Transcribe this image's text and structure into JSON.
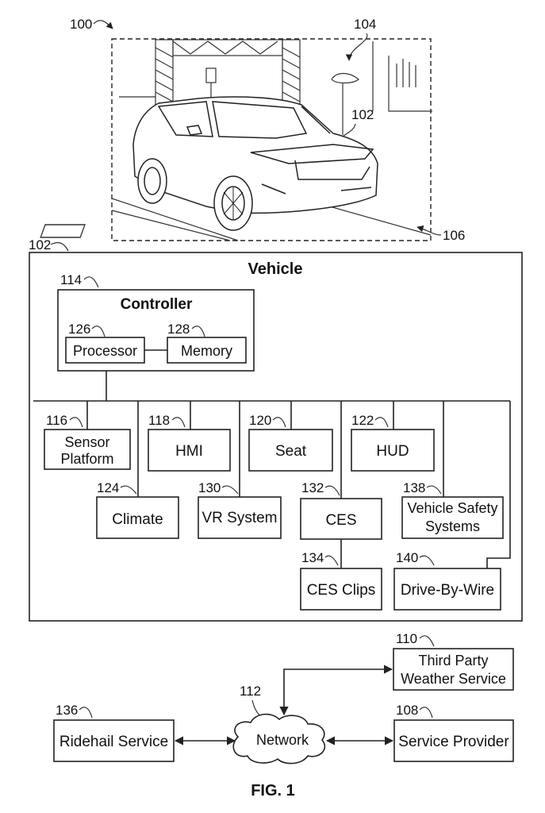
{
  "figure": {
    "ref_system": "100",
    "ref_environment": "104",
    "ref_vehicle_in_scene": "102",
    "ref_road": "106",
    "ref_vehicle_block": "102",
    "caption": "FIG. 1"
  },
  "vehicle": {
    "title": "Vehicle",
    "controller": {
      "ref": "114",
      "title": "Controller",
      "processor": {
        "ref": "126",
        "label": "Processor"
      },
      "memory": {
        "ref": "128",
        "label": "Memory"
      }
    },
    "modules": {
      "sensor_platform": {
        "ref": "116",
        "line1": "Sensor",
        "line2": "Platform"
      },
      "hmi": {
        "ref": "118",
        "label": "HMI"
      },
      "seat": {
        "ref": "120",
        "label": "Seat"
      },
      "hud": {
        "ref": "122",
        "label": "HUD"
      },
      "climate": {
        "ref": "124",
        "label": "Climate"
      },
      "vr_system": {
        "ref": "130",
        "label": "VR System"
      },
      "ces": {
        "ref": "132",
        "label": "CES"
      },
      "vehicle_safety": {
        "ref": "138",
        "line1": "Vehicle Safety",
        "line2": "Systems"
      },
      "ces_clips": {
        "ref": "134",
        "label": "CES Clips"
      },
      "drive_by_wire": {
        "ref": "140",
        "label": "Drive-By-Wire"
      }
    }
  },
  "external": {
    "weather": {
      "ref": "110",
      "line1": "Third Party",
      "line2": "Weather Service"
    },
    "network": {
      "ref": "112",
      "label": "Network"
    },
    "ridehail": {
      "ref": "136",
      "label": "Ridehail Service"
    },
    "provider": {
      "ref": "108",
      "label": "Service Provider"
    }
  }
}
